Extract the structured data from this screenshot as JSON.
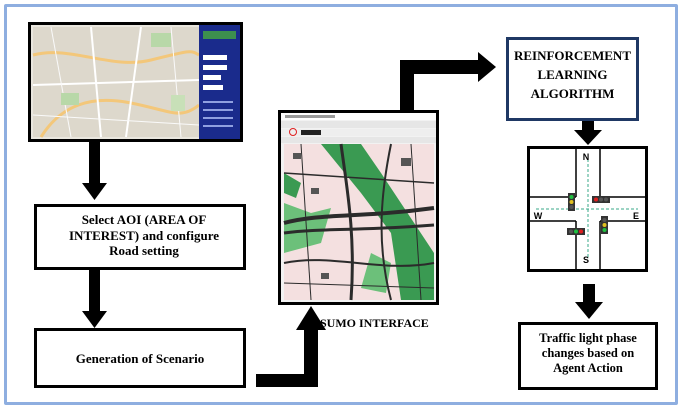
{
  "steps": {
    "aoi_text": "Select AOI (AREA OF INTEREST) and configure Road setting",
    "scenario_text": "Generation of Scenario",
    "sumo_caption": "SUMO INTERFACE",
    "rl_line1": "REINFORCEMENT",
    "rl_line2": "LEARNING",
    "rl_line3": "ALGORITHM",
    "traffic_text": "Traffic light phase changes based on Agent Action"
  },
  "intersection": {
    "north": "N",
    "south": "S",
    "east": "E",
    "west": "W"
  },
  "colors": {
    "frame_border": "#8eaee0",
    "rl_border": "#1f3864",
    "map_sidebar": "#1a2b8c",
    "sumo_green": "#3a9a52",
    "sumo_road": "#2b2b2b",
    "signal_red": "#e02020",
    "signal_green": "#20c040"
  }
}
